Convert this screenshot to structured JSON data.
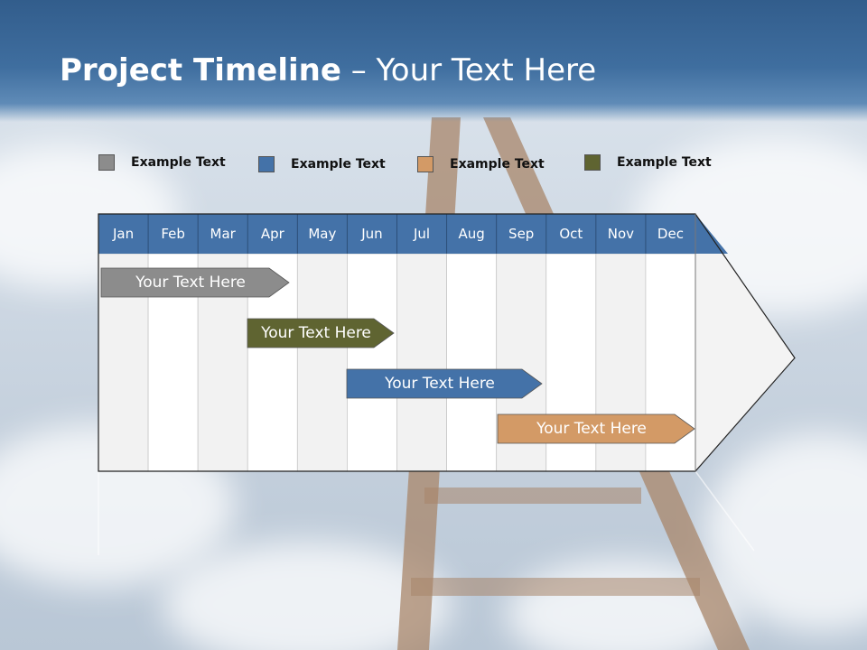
{
  "title": {
    "bold": "Project Timeline",
    "rest": " – Your Text Here"
  },
  "legend": [
    {
      "label": "Example Text",
      "color": "#8c8c8c"
    },
    {
      "label": "Example Text",
      "color": "#4472a8"
    },
    {
      "label": "Example Text",
      "color": "#d39a66"
    },
    {
      "label": "Example Text",
      "color": "#5f6431"
    }
  ],
  "months": [
    "Jan",
    "Feb",
    "Mar",
    "Apr",
    "May",
    "Jun",
    "Jul",
    "Aug",
    "Sep",
    "Oct",
    "Nov",
    "Dec"
  ],
  "tasks": [
    {
      "label": "Your  Text Here",
      "color": "#8c8c8c",
      "start": "Jan",
      "end": "Apr"
    },
    {
      "label": "Your  Text Here",
      "color": "#5f6431",
      "start": "Apr",
      "end": "Jun"
    },
    {
      "label": "Your  Text Here",
      "color": "#4472a8",
      "start": "Jun",
      "end": "Sep"
    },
    {
      "label": "Your  Text Here",
      "color": "#d39a66",
      "start": "Sep",
      "end": "Dec"
    }
  ],
  "colors": {
    "header_blue": "#3f6e9f",
    "month_bar": "#4472a8"
  }
}
